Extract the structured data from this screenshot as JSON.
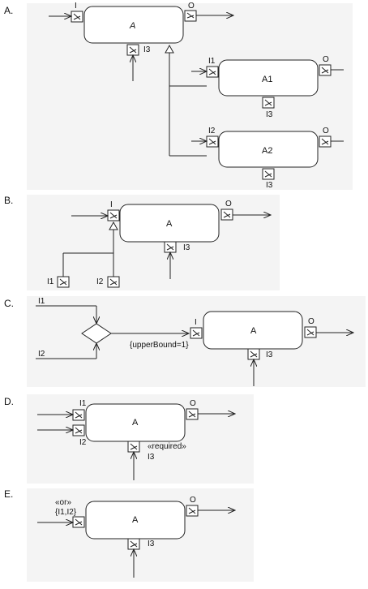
{
  "sections": [
    {
      "letter": "A.",
      "main": {
        "name": "A",
        "in": "I",
        "out": "O",
        "bottom": "I3"
      },
      "subs": [
        {
          "name": "A1",
          "in": "I1",
          "out": "O",
          "bottom": "I3"
        },
        {
          "name": "A2",
          "in": "I2",
          "out": "O",
          "bottom": "I3"
        }
      ]
    },
    {
      "letter": "B.",
      "main": {
        "name": "A",
        "in": "I",
        "out": "O",
        "bottom": "I3"
      },
      "inputs": [
        "I1",
        "I2"
      ]
    },
    {
      "letter": "C.",
      "main": {
        "name": "A",
        "in": "I",
        "out": "O",
        "bottom": "I3"
      },
      "lines": [
        "I1",
        "I2"
      ],
      "constraint": "{upperBound=1}"
    },
    {
      "letter": "D.",
      "main": {
        "name": "A",
        "in1": "I1",
        "in2": "I2",
        "out": "O",
        "bottom": "I3"
      },
      "stereotype": "«required»"
    },
    {
      "letter": "E.",
      "main": {
        "name": "A",
        "out": "O",
        "bottom": "I3"
      },
      "stereotype": "«or»",
      "group": "{I1,I2}"
    }
  ],
  "colors": {
    "panel": "#f4f4f4",
    "stroke": "#222222"
  }
}
